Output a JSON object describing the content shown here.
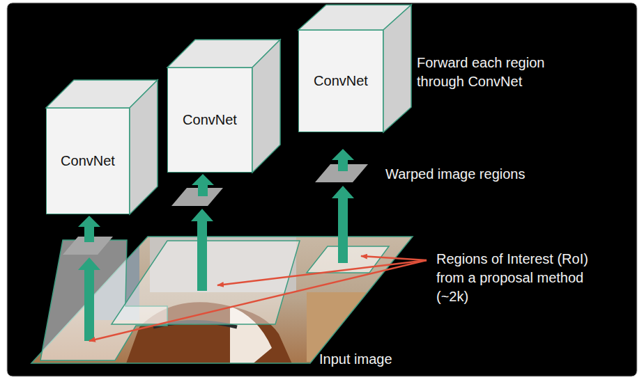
{
  "diagram": {
    "nodes": [
      {
        "text": [
          "ConvNet"
        ]
      },
      {
        "text": [
          "ConvNet"
        ]
      },
      {
        "text": [
          "ConvNet"
        ]
      }
    ],
    "labels": [
      "Forward each region through ConvNet",
      "Warped image regions",
      "Regions of Interest (RoI) from a proposal method (~2k)",
      "Input image"
    ]
  }
}
